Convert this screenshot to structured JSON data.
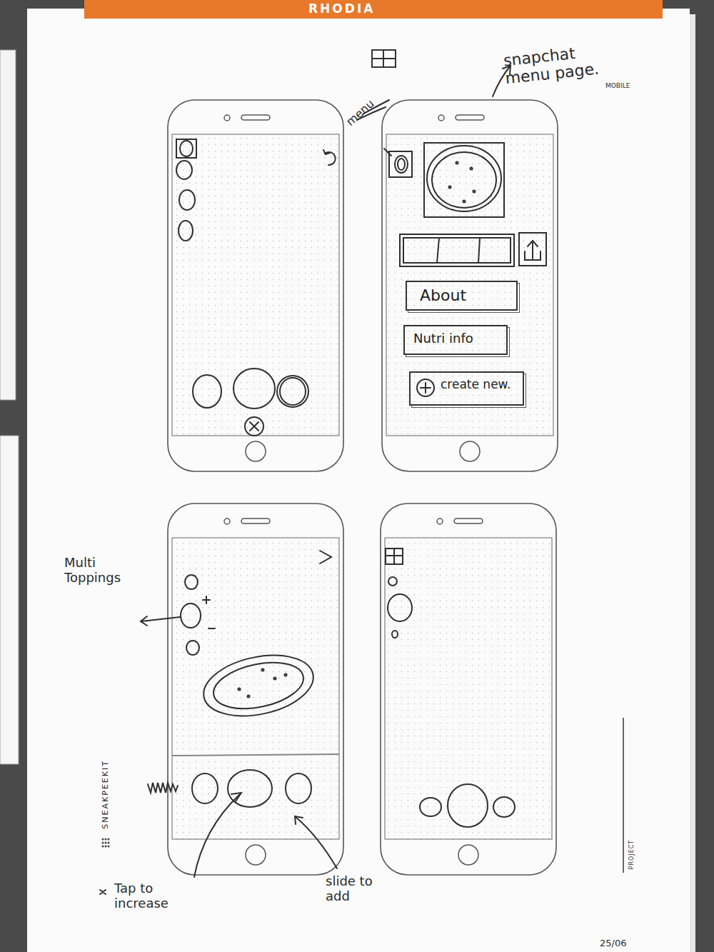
{
  "diagram": {
    "nodes": [
      {
        "text": [
          "About"
        ]
      },
      {
        "text": [
          "Nutri info"
        ]
      },
      {
        "text": [
          "create new."
        ]
      }
    ],
    "labels": [
      "RHODIA",
      "snapchat menu page.",
      "MOBILE",
      "menu",
      "Multi Toppings",
      "Tap to increase",
      "slide to add",
      "SNEAKPEEKIT",
      "PROJECT",
      "25/06"
    ]
  }
}
